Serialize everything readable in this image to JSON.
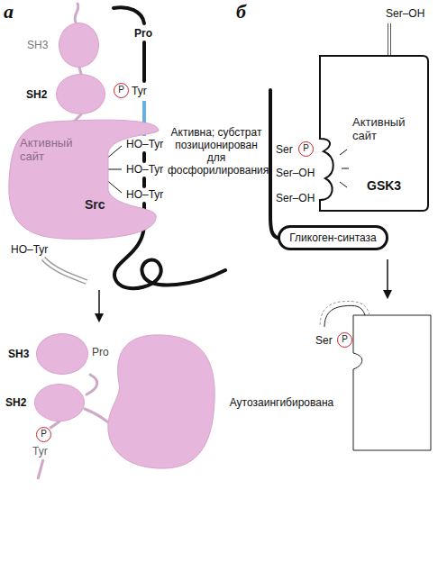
{
  "diagram": {
    "nodes": [
      {
        "text": [
          "SH3"
        ]
      },
      {
        "text": [
          "SH2"
        ]
      },
      {
        "text": [
          "P"
        ]
      },
      {
        "text": [
          "Активный сайт",
          "Src"
        ]
      },
      {
        "text": [
          "Активный сайт",
          "GSK3"
        ]
      },
      {
        "text": [
          "P"
        ]
      },
      {
        "text": [
          "Гликоген-синтаза"
        ]
      },
      {
        "text": [
          "SH3"
        ]
      },
      {
        "text": [
          "SH2"
        ]
      },
      {
        "text": [
          "P"
        ]
      },
      {
        "text": [
          "P"
        ]
      }
    ],
    "labels": [
      "а",
      "б",
      "Pro",
      "Tyr",
      "HO–Tyr",
      "HO–Tyr",
      "HO–Tyr",
      "HO–Tyr",
      "Активна; субстрат позиционирован для фосфорилирования",
      "Ser–OH",
      "Ser",
      "Ser–OH",
      "Ser–OH",
      "Pro",
      "Tyr",
      "Аутозаингибирована",
      "Ser"
    ]
  }
}
